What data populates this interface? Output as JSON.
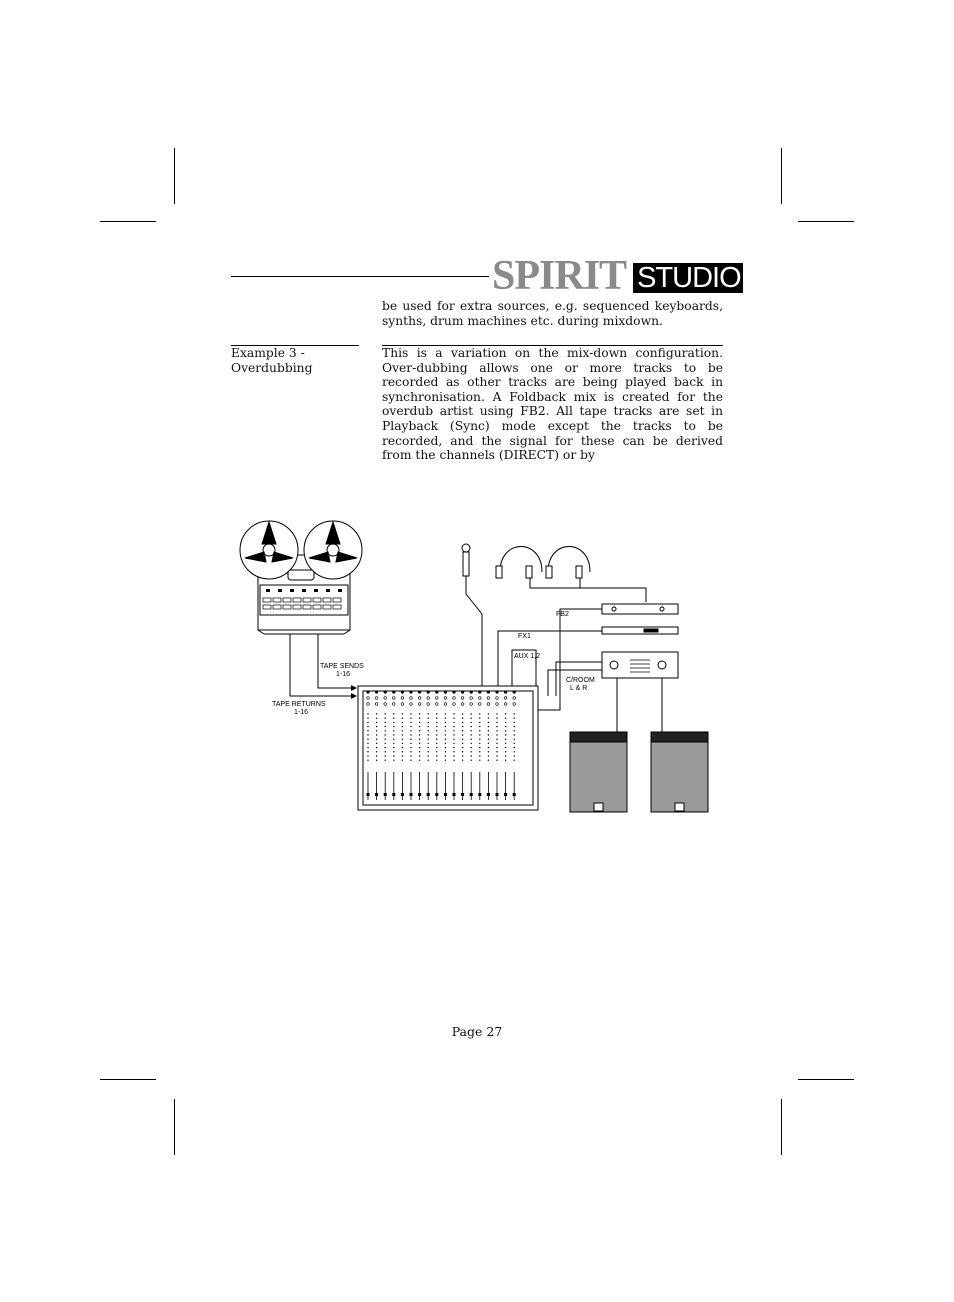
{
  "header": {
    "brand_spirit": "SPIRIT",
    "brand_studio": "STUDIO"
  },
  "continuation_text": "be used for extra sources, e.g. sequenced keyboards, synths, drum machines etc. during mixdown.",
  "section": {
    "heading_line1": "Example 3 -",
    "heading_line2": "Overdubbing",
    "body": "This is a variation on the mix-down configuration. Over-dubbing allows one or more tracks to be recorded as other tracks are being played back in synchronisation. A Foldback mix is created for the overdub artist using FB2. All tape tracks are set in Playback (Sync) mode except the tracks to be recorded, and the signal for these can be derived from the channels (DIRECT) or by"
  },
  "diagram": {
    "labels": {
      "tape_sends_1": "TAPE SENDS",
      "tape_sends_2": "1-16",
      "tape_returns_1": "TAPE RETURNS",
      "tape_returns_2": "1-16",
      "fb2": "FB2",
      "fx1": "FX1",
      "aux": "AUX 1,2",
      "croom_1": "C/ROOM",
      "croom_2": "L & R"
    }
  },
  "footer": {
    "page_number": "Page 27"
  }
}
